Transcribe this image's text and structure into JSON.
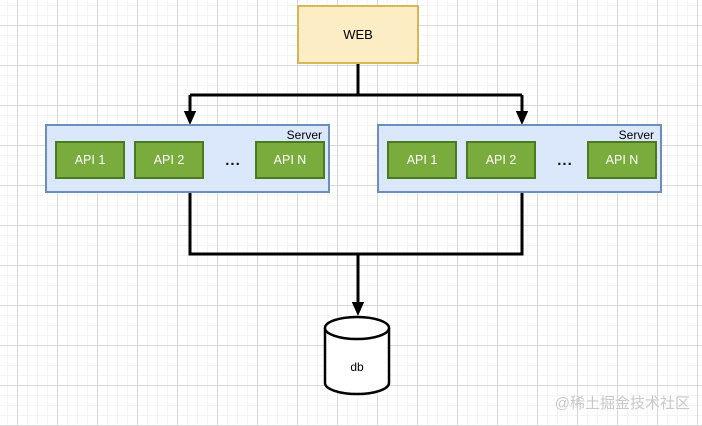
{
  "diagram": {
    "web": {
      "label": "WEB"
    },
    "servers": [
      {
        "label": "Server",
        "ellipsis": "...",
        "apis": [
          {
            "label": "API 1"
          },
          {
            "label": "API 2"
          },
          {
            "label": "API N"
          }
        ]
      },
      {
        "label": "Server",
        "ellipsis": "...",
        "apis": [
          {
            "label": "API 1"
          },
          {
            "label": "API 2"
          },
          {
            "label": "API N"
          }
        ]
      }
    ],
    "database": {
      "label": "db"
    },
    "watermark": {
      "label": "@稀土掘金技术社区"
    },
    "colors": {
      "web_fill": "#fcedc5",
      "web_border": "#d6b656",
      "server_fill": "#dbe8fc",
      "server_border": "#6c8ebf",
      "api_fill": "#79ab3d",
      "api_border": "#4b7a1f",
      "connector": "#000000",
      "db_fill": "#ffffff",
      "db_border": "#000000",
      "grid_major": "#d9d9d9",
      "grid_minor": "#f4f4f4",
      "watermark_text": "#c9c9c9"
    }
  }
}
